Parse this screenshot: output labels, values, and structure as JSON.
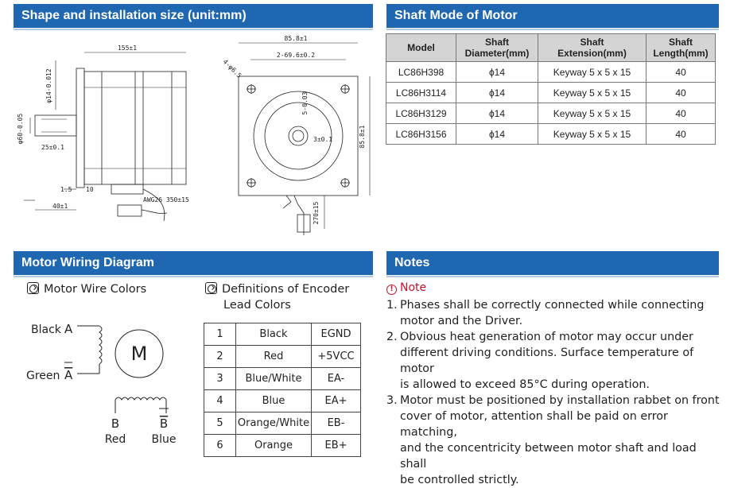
{
  "sections": {
    "shape": "Shape and installation size (unit:mm)",
    "shaft": "Shaft Mode of Motor",
    "wiring": "Motor Wiring Diagram",
    "notes": "Notes"
  },
  "drawing": {
    "dim_155": "155±1",
    "dim_85_8": "85.8±1",
    "dim_69_6": "2-69.6±0.2",
    "dim_holes": "4-φ6.5",
    "dim_shaft_d": "φ14-0.012",
    "dim_pilot": "φ60-0.05",
    "dim_key_len": "25±0.1",
    "dim_1_5": "1.5",
    "dim_10": "10",
    "dim_40": "40±1",
    "dim_awg": "AWG26 350±15",
    "dim_270": "270±15",
    "dim_5": "5-0.03",
    "dim_3": "3±0.1",
    "dim_85_8_v": "85.8±1"
  },
  "shaft_table": {
    "headers": [
      "Model",
      "Shaft Diameter(mm)",
      "Shaft Extension(mm)",
      "Shaft Length(mm)"
    ],
    "header_lines": [
      [
        "Model"
      ],
      [
        "Shaft",
        "Diameter(mm)"
      ],
      [
        "Shaft",
        "Extension(mm)"
      ],
      [
        "Shaft",
        "Length(mm)"
      ]
    ],
    "rows": [
      [
        "LC86H398",
        "ϕ14",
        "Keyway 5 x 5 x 15",
        "40"
      ],
      [
        "LC86H3114",
        "ϕ14",
        "Keyway 5 x 5 x 15",
        "40"
      ],
      [
        "LC86H3129",
        "ϕ14",
        "Keyway 5 x 5 x 15",
        "40"
      ],
      [
        "LC86H3156",
        "ϕ14",
        "Keyway 5 x 5 x 15",
        "40"
      ]
    ]
  },
  "wiring": {
    "wire_colors_title": "Motor Wire Colors",
    "encoder_title_line1": "Definitions of Encoder",
    "encoder_title_line2": "Lead Colors",
    "black": "Black",
    "green": "Green",
    "red": "Red",
    "blue": "Blue",
    "A": "A",
    "A_bar": "A",
    "B": "B",
    "B_bar": "B",
    "motor": "M"
  },
  "encoder_table": [
    [
      "1",
      "Black",
      "EGND"
    ],
    [
      "2",
      "Red",
      "+5VCC"
    ],
    [
      "3",
      "Blue/White",
      "EA-"
    ],
    [
      "4",
      "Blue",
      "EA+"
    ],
    [
      "5",
      "Orange/White",
      "EB-"
    ],
    [
      "6",
      "Orange",
      "EB+"
    ]
  ],
  "notes": {
    "label": "Note",
    "items": [
      {
        "num": "1.",
        "lines": [
          "Phases shall be correctly connected while connecting",
          "motor and the Driver."
        ]
      },
      {
        "num": "2.",
        "lines": [
          "Obvious heat generation of motor may occur under",
          "different driving conditions. Surface temperature of motor",
          "is allowed to exceed 85°C during operation."
        ]
      },
      {
        "num": "3.",
        "lines": [
          "Motor must be positioned by installation rabbet on front",
          "cover of motor, attention shall be paid on error matching,",
          "and the concentricity between motor shaft and load shall",
          "be controlled strictly."
        ]
      }
    ]
  },
  "colors": {
    "header_bg": "#1f67b1",
    "note_red": "#c8102e",
    "table_header": "#d4d4d4"
  }
}
